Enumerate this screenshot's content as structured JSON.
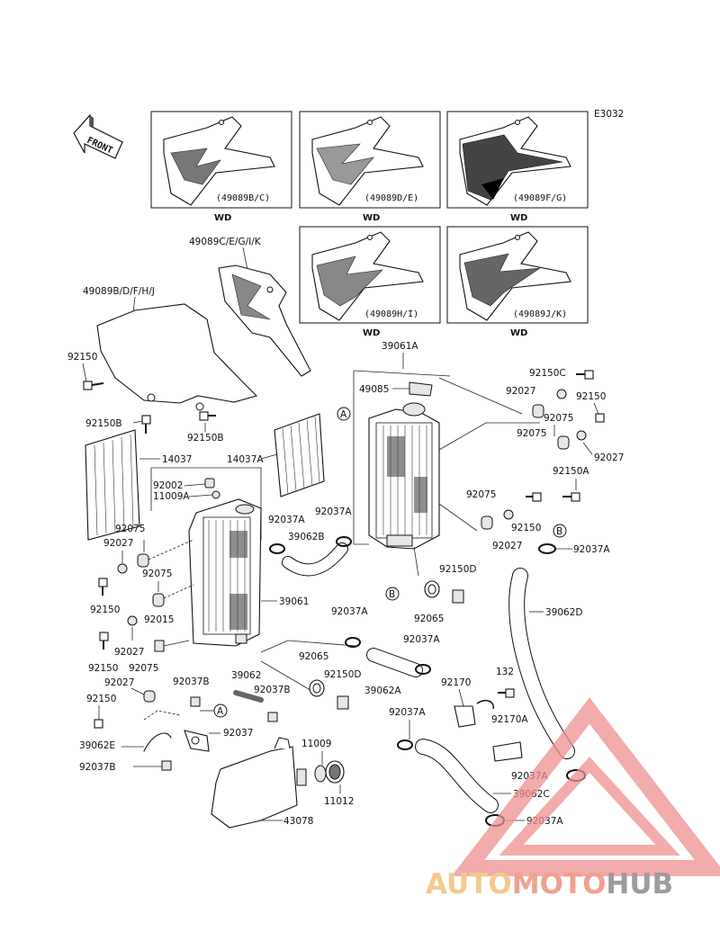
{
  "diagram_code": "E3032",
  "front_label": "FRONT",
  "panels": [
    {
      "code": "(49089B/C)",
      "variant": "WD"
    },
    {
      "code": "(49089D/E)",
      "variant": "WD"
    },
    {
      "code": "(49089F/G)",
      "variant": "WD"
    },
    {
      "code": "(49089H/I)",
      "variant": "WD"
    },
    {
      "code": "(49089J/K)",
      "variant": "WD"
    }
  ],
  "callouts": {
    "A": "A",
    "B": "B"
  },
  "parts": {
    "p49089CEGIK": "49089C/E/G/I/K",
    "p49089BDFHJ": "49089B/D/F/H/J",
    "p92150_a": "92150",
    "p92150B_a": "92150B",
    "p92150B_b": "92150B",
    "p14037": "14037",
    "p14037A": "14037A",
    "p92002": "92002",
    "p11009A": "11009A",
    "p92075_a": "92075",
    "p92027_a": "92027",
    "p92075_b": "92075",
    "p92150_b": "92150",
    "p92015": "92015",
    "p92027_b": "92027",
    "p92150_c": "92150",
    "p92075_c": "92075",
    "p92027_c": "92027",
    "p92150_d": "92150",
    "p39062E": "39062E",
    "p92037B_a": "92037B",
    "p92037B_b": "92037B",
    "p39062_a": "39062",
    "p92037B_c": "92037B",
    "p92037": "92037",
    "p11009": "11009",
    "p11012": "11012",
    "p43078": "43078",
    "p39061": "39061",
    "p92037A_a": "92037A",
    "p39062B": "39062B",
    "p92037A_b": "92037A",
    "p39061A": "39061A",
    "p49085": "49085",
    "p92150C": "92150C",
    "p92027_d": "92027",
    "p92150_e": "92150",
    "p92075_d": "92075",
    "p92075_e": "92075",
    "p92027_e": "92027",
    "p92150A": "92150A",
    "p92075_f": "92075",
    "p92150_f": "92150",
    "p92027_f": "92027",
    "p92037A_c": "92037A",
    "p92150D_a": "92150D",
    "p92065_a": "92065",
    "p39062D": "39062D",
    "p92037A_d": "92037A",
    "p92065_b": "92065",
    "p92150D_b": "92150D",
    "p92037A_e": "92037A",
    "p39062A": "39062A",
    "p92170": "92170",
    "p132": "132",
    "p92037A_f": "92037A",
    "p92170A": "92170A",
    "p92037A_g": "92037A",
    "p39062C": "39062C",
    "p92037A_h": "92037A"
  },
  "watermark": {
    "part1": "AUTO",
    "part2": "MOTO",
    "part3": "HUB",
    "color_auto": "#f4c98e",
    "color_moto": "#f2a08f",
    "color_hub": "#9c9c9c",
    "color_triangle": "#ee8f8f"
  }
}
